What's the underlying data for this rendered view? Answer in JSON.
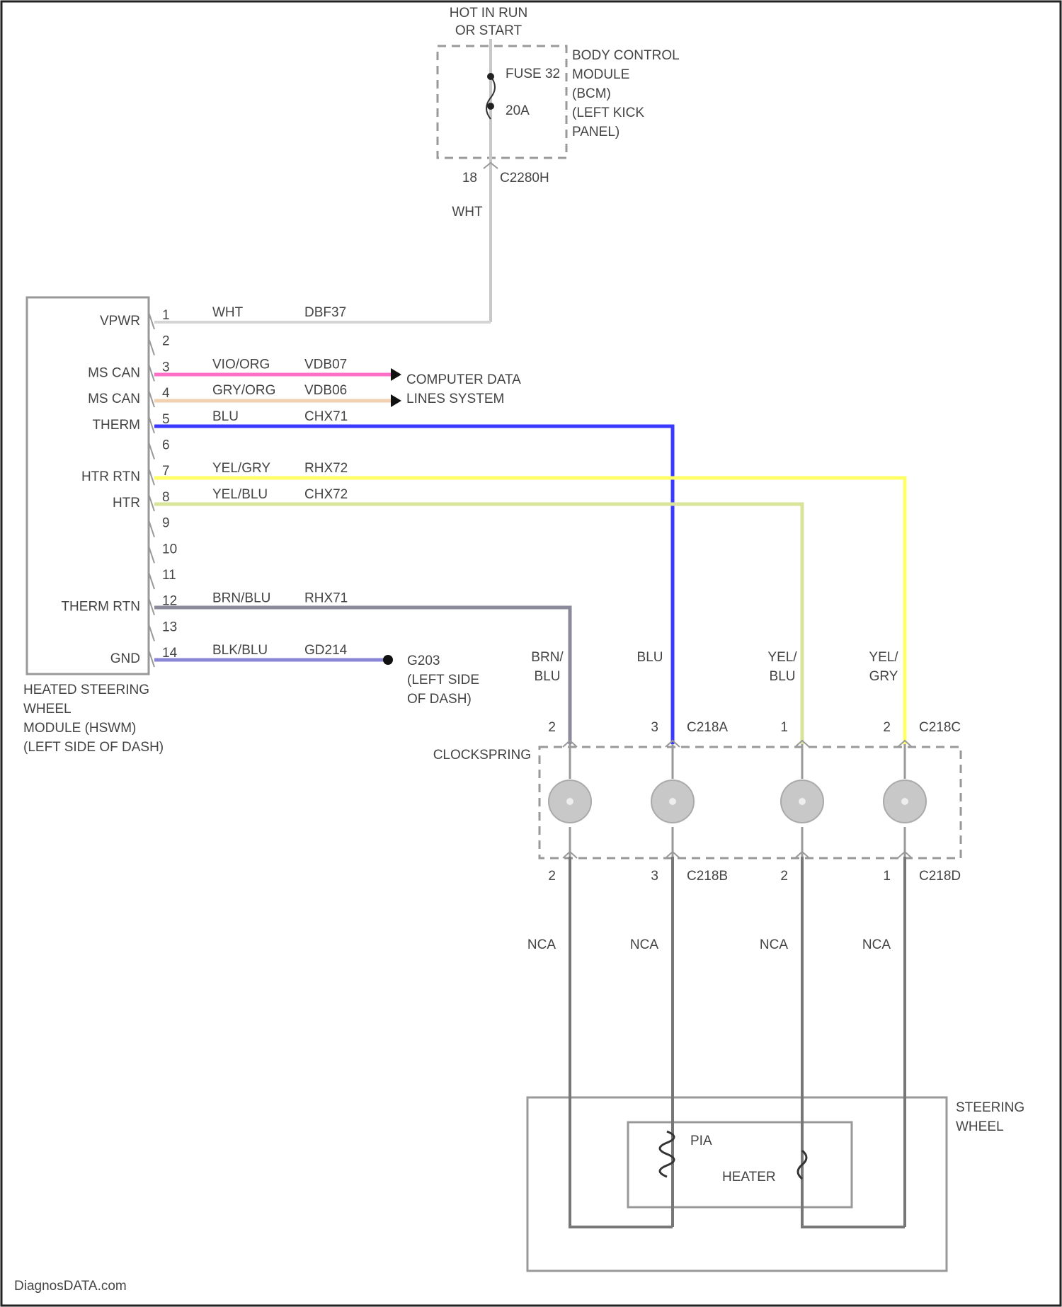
{
  "power": {
    "line1": "HOT IN RUN",
    "line2": "OR START"
  },
  "bcm": {
    "label": [
      "BODY CONTROL",
      "MODULE",
      "(BCM)",
      "(LEFT KICK",
      "PANEL)"
    ],
    "fuse_name": "FUSE 32",
    "fuse_rating": "20A",
    "pin": "18",
    "connector": "C2280H",
    "wire_color": "WHT"
  },
  "hswm": {
    "label": [
      "HEATED STEERING",
      "WHEEL",
      "MODULE (HSWM)",
      "(LEFT SIDE OF DASH)"
    ],
    "pins": [
      {
        "num": "1",
        "func": "VPWR",
        "color": "WHT",
        "circuit": "DBF37",
        "wire": "#d8d8d8"
      },
      {
        "num": "2",
        "func": "",
        "color": "",
        "circuit": "",
        "wire": ""
      },
      {
        "num": "3",
        "func": "MS CAN",
        "color": "VIO/ORG",
        "circuit": "VDB07",
        "wire": "#ff6fc8"
      },
      {
        "num": "4",
        "func": "MS CAN",
        "color": "GRY/ORG",
        "circuit": "VDB06",
        "wire": "#f4d2b4"
      },
      {
        "num": "5",
        "func": "THERM",
        "color": "BLU",
        "circuit": "CHX71",
        "wire": "#3a3aff"
      },
      {
        "num": "6",
        "func": "",
        "color": "",
        "circuit": "",
        "wire": ""
      },
      {
        "num": "7",
        "func": "HTR RTN",
        "color": "YEL/GRY",
        "circuit": "RHX72",
        "wire": "#ffff66"
      },
      {
        "num": "8",
        "func": "HTR",
        "color": "YEL/BLU",
        "circuit": "CHX72",
        "wire": "#d9e39a"
      },
      {
        "num": "9",
        "func": "",
        "color": "",
        "circuit": "",
        "wire": ""
      },
      {
        "num": "10",
        "func": "",
        "color": "",
        "circuit": "",
        "wire": ""
      },
      {
        "num": "11",
        "func": "",
        "color": "",
        "circuit": "",
        "wire": ""
      },
      {
        "num": "12",
        "func": "THERM RTN",
        "color": "BRN/BLU",
        "circuit": "RHX71",
        "wire": "#8a8a9a"
      },
      {
        "num": "13",
        "func": "",
        "color": "",
        "circuit": "",
        "wire": ""
      },
      {
        "num": "14",
        "func": "GND",
        "color": "BLK/BLU",
        "circuit": "GD214",
        "wire": "#8a86d6"
      }
    ]
  },
  "can_bus": {
    "line1": "COMPUTER DATA",
    "line2": "LINES SYSTEM"
  },
  "ground": {
    "name": "G203",
    "line2": "(LEFT SIDE",
    "line3": "OF DASH)"
  },
  "clockspring": {
    "label": "CLOCKSPRING",
    "top_connector_a": "C218A",
    "top_connector_c": "C218C",
    "bottom_connector_b": "C218B",
    "bottom_connector_d": "C218D",
    "columns": [
      {
        "wire_top": [
          "BRN/",
          "BLU"
        ],
        "pin_top": "2",
        "pin_bottom": "2",
        "nca": "NCA"
      },
      {
        "wire_top": [
          "BLU"
        ],
        "pin_top": "3",
        "pin_bottom": "3",
        "nca": "NCA"
      },
      {
        "wire_top": [
          "YEL/",
          "BLU"
        ],
        "pin_top": "1",
        "pin_bottom": "2",
        "nca": "NCA"
      },
      {
        "wire_top": [
          "YEL/",
          "GRY"
        ],
        "pin_top": "2",
        "pin_bottom": "1",
        "nca": "NCA"
      }
    ]
  },
  "steering_wheel": {
    "label": [
      "STEERING",
      "WHEEL"
    ],
    "pia": "PIA",
    "heater": "HEATER"
  },
  "watermark": "DiagnosDATA.com"
}
